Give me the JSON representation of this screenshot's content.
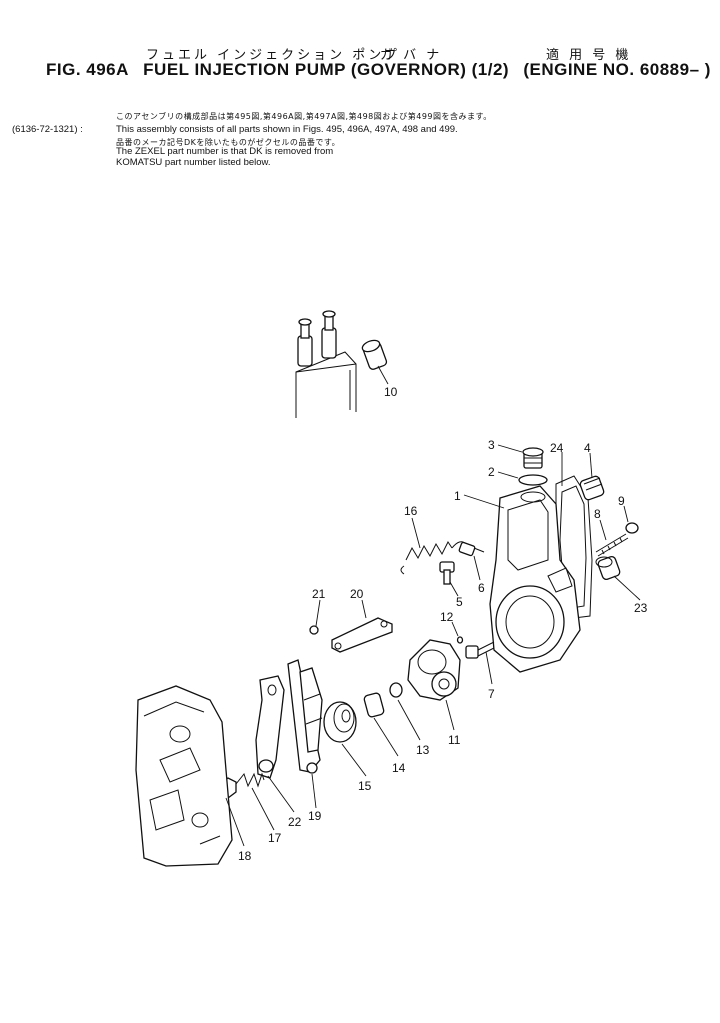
{
  "header": {
    "jp_title": "フュエル インジェクション ポンプ",
    "jp_sub": "ガ バ ナ",
    "jp_applicable": "適 用 号 機",
    "fig": "FIG. 496A",
    "title": "FUEL INJECTION PUMP (GOVERNOR) (1/2)",
    "engine": "(ENGINE NO. 60889– )"
  },
  "notes": {
    "assembly_number": "(6136-72-1321) :",
    "jp_line1": "このアセンブリの構成部品は第495図,第496A図,第497A図,第498図および第499図を含みます。",
    "en_line1": "This assembly consists of all parts shown in Figs. 495, 496A, 497A, 498 and 499.",
    "jp_line2": "品番のメーカ記号DKを除いたものがゼクセルの品番です。",
    "en_line2": "The ZEXEL part number is that DK is removed from",
    "en_line3": "KOMATSU part number listed below."
  },
  "callouts": {
    "c1": "1",
    "c2": "2",
    "c3": "3",
    "c4": "4",
    "c5": "5",
    "c6": "6",
    "c7": "7",
    "c8": "8",
    "c9": "9",
    "c10": "10",
    "c11": "11",
    "c12": "12",
    "c13": "13",
    "c14": "14",
    "c15": "15",
    "c16": "16",
    "c17": "17",
    "c18": "18",
    "c19": "19",
    "c20": "20",
    "c21": "21",
    "c22": "22",
    "c23": "23",
    "c24": "24"
  }
}
